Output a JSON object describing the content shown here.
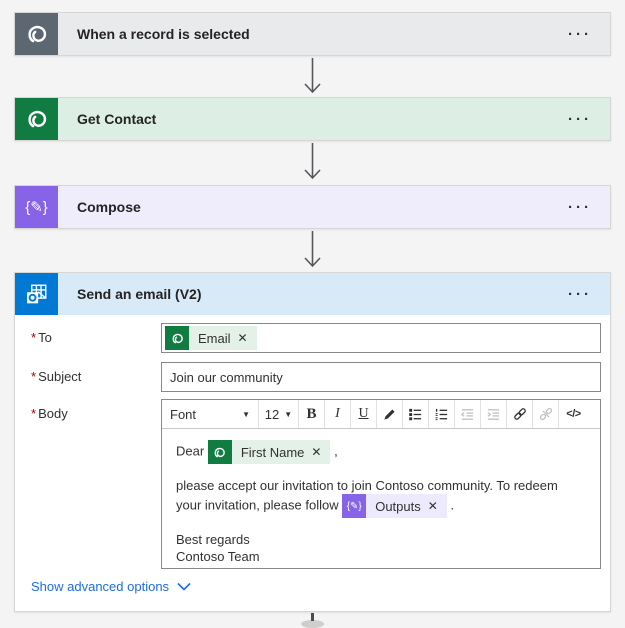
{
  "steps": [
    {
      "title": "When a record is selected",
      "icon": "cds-swirl-icon",
      "icon_bg": "#5c6771",
      "bar_bg": "#e8eaec",
      "menu_label": "···"
    },
    {
      "title": "Get Contact",
      "icon": "cds-swirl-icon",
      "icon_bg": "#107c41",
      "bar_bg": "#ddeee4",
      "menu_label": "···"
    },
    {
      "title": "Compose",
      "icon": "compose-braces-pencil-icon",
      "icon_glyph": "{✎}",
      "icon_bg": "#8763e8",
      "bar_bg": "#efecfb",
      "menu_label": "···"
    },
    {
      "title": "Send an email (V2)",
      "icon": "outlook-icon",
      "icon_bg": "#0078d4",
      "bar_bg": "#d8e9f8",
      "menu_label": "···"
    }
  ],
  "form": {
    "required_marker": "*",
    "to": {
      "label": "To",
      "token": {
        "text": "Email",
        "icon": "cds-swirl-icon",
        "remove_label": "✕"
      }
    },
    "subject": {
      "label": "Subject",
      "value": "Join our community"
    },
    "body": {
      "label": "Body",
      "toolbar": {
        "font_label": "Font",
        "font_caret": "▼",
        "size_label": "12",
        "size_caret": "▼",
        "bold_label": "B",
        "italic_label": "I",
        "underline_label": "U",
        "code_label": "</>",
        "icon_buttons": [
          "highlight-pen-icon",
          "bullet-list-icon",
          "numbered-list-icon",
          "outdent-icon",
          "indent-icon",
          "link-icon",
          "unlink-icon",
          "code-view-icon"
        ]
      },
      "content": {
        "greeting_prefix": "Dear",
        "first_name_token": {
          "text": "First Name",
          "icon": "cds-swirl-icon",
          "remove_label": "✕"
        },
        "greeting_suffix": ",",
        "paragraph_before": "please accept our invitation to join Contoso community. To redeem your invitation, please follow",
        "outputs_token": {
          "text": "Outputs",
          "icon": "compose-braces-pencil-icon",
          "icon_glyph": "{✎}",
          "remove_label": "✕"
        },
        "paragraph_after": ".",
        "closing_line1": "Best regards",
        "closing_line2": "Contoso Team"
      }
    },
    "advanced_link_label": "Show advanced options"
  },
  "colors": {
    "page_background": "#f5f4f4",
    "trigger_gray": "#5c6771",
    "cds_green": "#107c41",
    "compose_purple": "#8763e8",
    "outlook_blue": "#0078d4",
    "header_blue_bar": "#d8e9f8",
    "green_token_bg": "#e3f1e9",
    "purple_token_bg": "#eeeafd",
    "link_blue": "#1f6ce0",
    "required_red": "#a80000",
    "connector_gray": "#54575a"
  }
}
